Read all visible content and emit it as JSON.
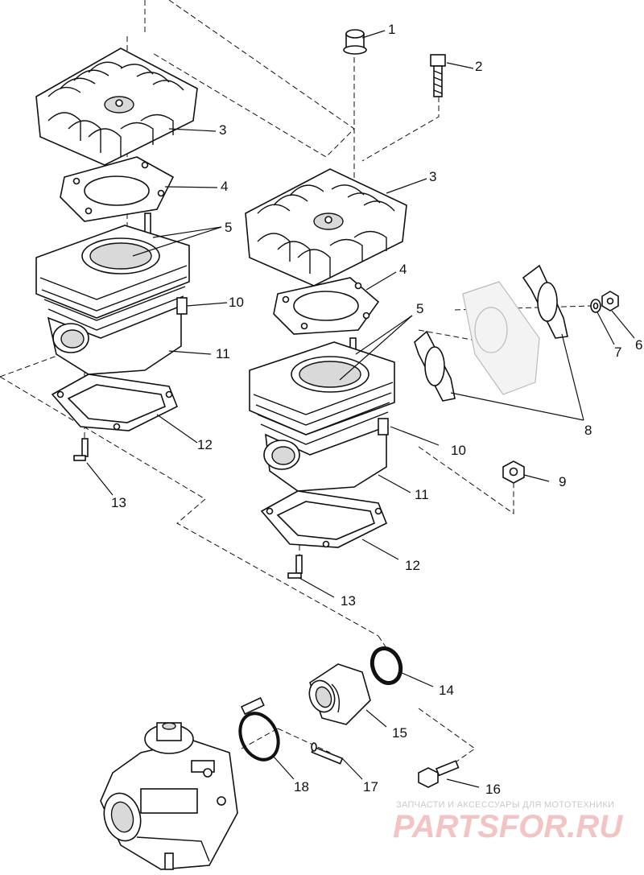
{
  "callouts": {
    "c1": "1",
    "c2": "2",
    "c3a": "3",
    "c3b": "3",
    "c4a": "4",
    "c4b": "4",
    "c5a": "5",
    "c5b": "5",
    "c6": "6",
    "c7": "7",
    "c8": "8",
    "c9": "9",
    "c10a": "10",
    "c10b": "10",
    "c11a": "11",
    "c11b": "11",
    "c12a": "12",
    "c12b": "12",
    "c13a": "13",
    "c13b": "13",
    "c14": "14",
    "c15": "15",
    "c16": "16",
    "c17": "17",
    "c18": "18"
  },
  "watermark": {
    "line1": "ЗАПЧАСТИ И АКСЕССУАРЫ ДЛЯ МОТОТЕХНИКИ",
    "line2": "PARTSFOR.RU"
  }
}
